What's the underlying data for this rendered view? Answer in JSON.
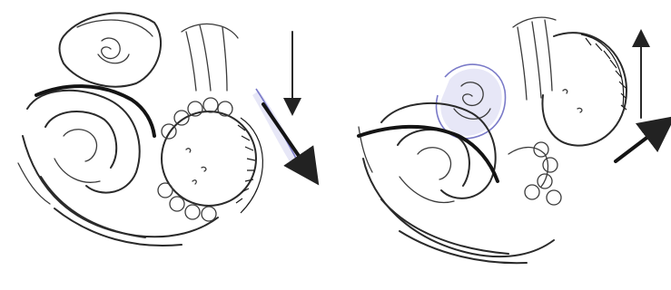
{
  "figure": {
    "panels": [
      {
        "id": "left",
        "arrow_direction": "down-right"
      },
      {
        "id": "right",
        "arrow_direction": "up-right"
      }
    ],
    "colors": {
      "ink": "#2a2a2a",
      "highlight": "#7a7ac8",
      "background": "#ffffff"
    }
  }
}
